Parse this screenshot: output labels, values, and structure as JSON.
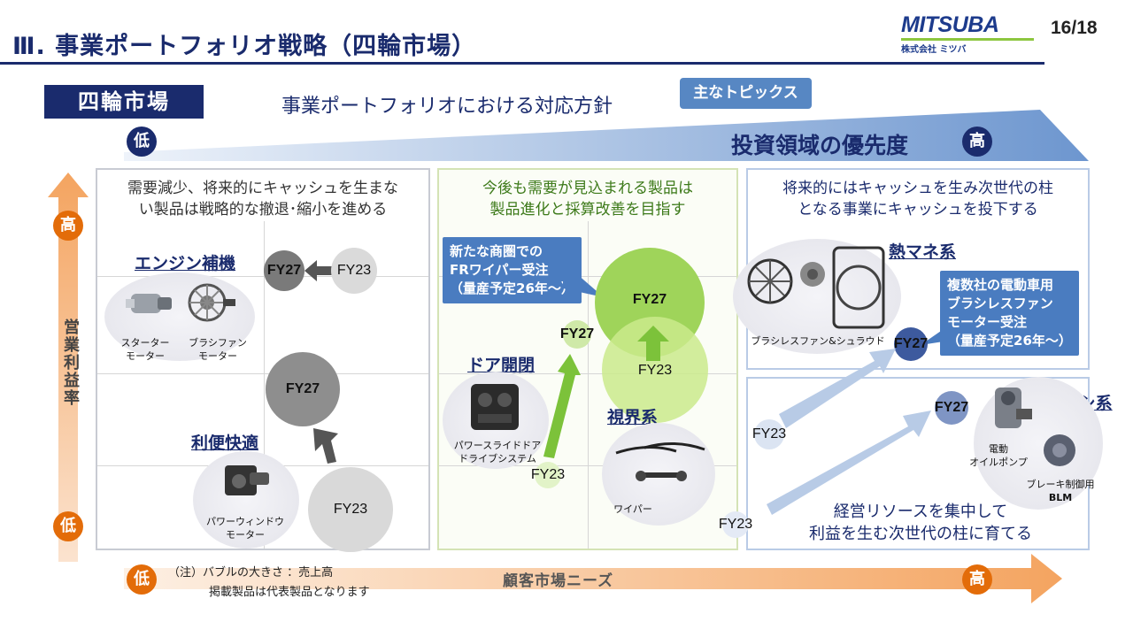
{
  "header": {
    "title": "Ⅲ. 事業ポートフォリオ戦略（四輪市場）",
    "logo": "MITSUBA",
    "logo_sub": "株式会社 ミツバ",
    "page": "16/18"
  },
  "market_label": "四輪市場",
  "policy_title": "事業ポートフォリオにおける対応方針",
  "topics_button": "主なトピックス",
  "investment_axis": {
    "low": "低",
    "label": "投資領域の優先度",
    "high": "高"
  },
  "y_axis": {
    "high": "高",
    "label": "営業利益率",
    "low": "低"
  },
  "x_axis": {
    "low": "低",
    "label": "顧客市場ニーズ",
    "high": "高"
  },
  "notes": [
    "（注）バブルの大きさ ：売上高",
    "掲載製品は代表製品となります"
  ],
  "panels": {
    "left": {
      "desc": [
        "需要減少、将来的にキャッシュを生まな",
        "い製品は戦略的な撤退･縮小を進める"
      ]
    },
    "middle": {
      "desc": [
        "今後も需要が見込まれる製品は",
        "製品進化と採算改善を目指す"
      ]
    },
    "right": {
      "desc": [
        "将来的にはキャッシュを生み次世代の柱",
        "となる事業にキャッシュを投下する"
      ]
    },
    "right_bottom": {
      "desc": [
        "経営リソースを集中して",
        "利益を生む次世代の柱に育てる"
      ]
    }
  },
  "categories": {
    "engine": "エンジン補機",
    "comfort": "利便快適",
    "door": "ドア開閉",
    "vision": "視界系",
    "thermal": "熱マネ系",
    "chassis": "シャーシ系"
  },
  "products": {
    "starter": [
      "スターター",
      "モーター"
    ],
    "brush_fan": [
      "ブラシファン",
      "モーター"
    ],
    "power_window": [
      "パワーウィンドウ",
      "モーター"
    ],
    "sliding_door": [
      "パワースライドドア",
      "ドライブシステム"
    ],
    "wiper": [
      "ワイパー"
    ],
    "brushless_fan": [
      "ブラシレスファン&シュラウド"
    ],
    "oil_pump": [
      "電動",
      "オイルポンプ"
    ],
    "blm": [
      "ブレーキ制御用",
      "BLM"
    ]
  },
  "callouts": {
    "fr_wiper": [
      "新たな商圏での",
      "FRワイパー受注",
      "（量産予定26年～）"
    ],
    "ev_fan": [
      "複数社の電動車用",
      "ブラシレスファン",
      "モーター受注",
      "（量産予定26年～）"
    ]
  },
  "bubbles": {
    "fy23": "FY23",
    "fy27": "FY27"
  }
}
